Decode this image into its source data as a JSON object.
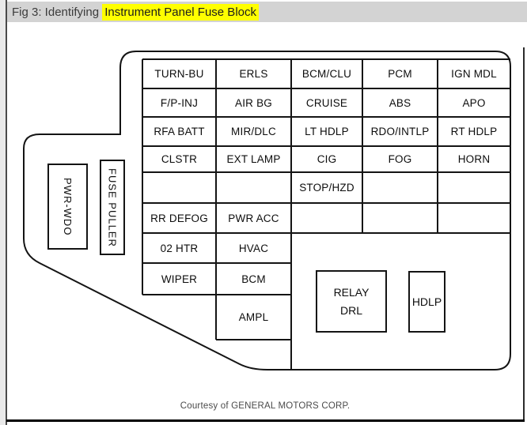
{
  "title": {
    "prefix": "Fig 3: Identifying ",
    "highlight": "Instrument Panel Fuse Block"
  },
  "footer": {
    "credit": "Courtesy of GENERAL MOTORS CORP."
  },
  "colors": {
    "highlight": "#ffff00",
    "titlebar_bg": "#d3d3d3",
    "diagram_line": "#141414",
    "background": "#ffffff"
  },
  "fuse_block": {
    "grid": {
      "rows": [
        {
          "cells": [
            "TURN-BU",
            "ERLS",
            "BCM/CLU",
            "PCM",
            "IGN MDL"
          ]
        },
        {
          "cells": [
            "F/P-INJ",
            "AIR BG",
            "CRUISE",
            "ABS",
            "APO"
          ]
        },
        {
          "cells": [
            "RFA BATT",
            "MIR/DLC",
            "LT HDLP",
            "RDO/INTLP",
            "RT HDLP"
          ]
        },
        {
          "cells": [
            "CLSTR",
            "EXT LAMP",
            "CIG",
            "FOG",
            "HORN"
          ]
        },
        {
          "cells": [
            "",
            "",
            "STOP/HZD",
            "",
            ""
          ]
        },
        {
          "cells": [
            "RR DEFOG",
            "PWR ACC",
            "",
            "",
            ""
          ]
        },
        {
          "cells": [
            "02 HTR",
            "HVAC"
          ]
        },
        {
          "cells": [
            "WIPER",
            "BCM"
          ]
        },
        {
          "cells": [
            "AMPL"
          ]
        }
      ]
    },
    "side_components": [
      {
        "label": "PWR-WDO"
      },
      {
        "label": "FUSE PULLER"
      }
    ],
    "relays": {
      "drl": {
        "line1": "RELAY",
        "line2": "DRL"
      },
      "hdlp": {
        "label": "HDLP"
      }
    }
  }
}
